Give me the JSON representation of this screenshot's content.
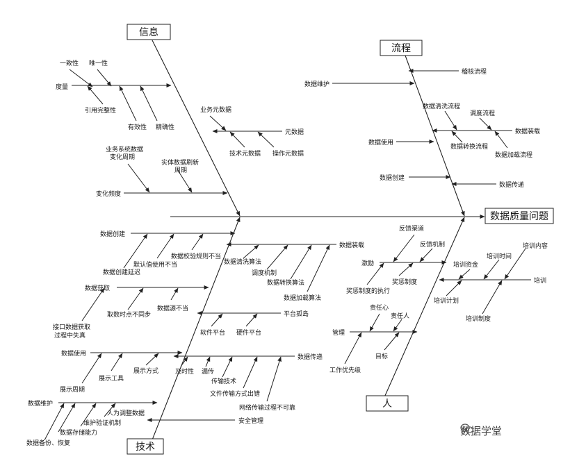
{
  "head": "数据质量问题",
  "categories": {
    "info": "信息",
    "process": "流程",
    "tech": "技术",
    "people": "人"
  },
  "info": {
    "metric": "度量",
    "consistency": "一致性",
    "uniqueness": "唯一性",
    "ref_integrity": "引用完整性",
    "validity": "有效性",
    "accuracy": "精确性",
    "metadata": "元数据",
    "biz_meta": "业务元数据",
    "tech_meta": "技术元数据",
    "op_meta": "操作元数据",
    "change_freq": "变化频度",
    "biz_change_line1": "业务系统数据",
    "biz_change_line2": "变化周期",
    "entity_refresh_line1": "实体数据刷新",
    "entity_refresh_line2": "周期"
  },
  "process": {
    "maintain": "数据维护",
    "audit": "稽核流程",
    "use": "数据使用",
    "cleansing": "数据清洗流程",
    "schedule": "调度流程",
    "load": "数据装载",
    "transform": "数据转换流程",
    "load_flow": "数据加载流程",
    "create": "数据创建",
    "transfer": "数据传递"
  },
  "tech": {
    "create": "数据创建",
    "create_delay": "数据创建延迟",
    "default_improper": "默认值使用不当",
    "validation_improper": "数据校验规则不当",
    "load": "数据装载",
    "cleansing_algo": "数据清洗算法",
    "schedule_mech": "调度机制",
    "transform_algo": "数据转换算法",
    "load_algo": "数据加载算法",
    "acquire": "数据获取",
    "timing_async": "取数时点不同步",
    "source_improper": "数据源不当",
    "interface_line1": "接口数据获取",
    "interface_line2": "过程中失真",
    "platform_island": "平台孤岛",
    "software_platform": "软件平台",
    "hardware_platform": "硬件平台",
    "use": "数据使用",
    "display_tool": "展示工具",
    "display_mode": "展示方式",
    "display_period": "展示周期",
    "transfer": "数据传递",
    "timeliness": "及时性",
    "missing": "漏传",
    "transfer_tech": "传输技术",
    "file_transfer_error": "文件传输方式出错",
    "network_unreliable": "网络传输过程不可靠",
    "maintain": "数据维护",
    "manual_adjust": "人为调整数据",
    "maint_validation": "维护验证机制",
    "storage_capacity": "数据存储能力",
    "backup_restore": "数据备份、恢复",
    "security_mgmt": "安全管理"
  },
  "people": {
    "incentive": "激励",
    "feedback_channel": "反馈渠道",
    "feedback_mech": "反馈机制",
    "reward_policy": "奖惩制度",
    "reward_exec": "奖惩制度的执行",
    "training": "培训",
    "training_fund": "培训资金",
    "training_time": "培训时间",
    "training_content": "培训内容",
    "training_plan": "培训计划",
    "training_policy": "培训制度",
    "management": "管理",
    "responsibility": "责任心",
    "accountable": "责任人",
    "goal": "目标",
    "priority": "工作优先级"
  },
  "watermark": "数据学堂"
}
